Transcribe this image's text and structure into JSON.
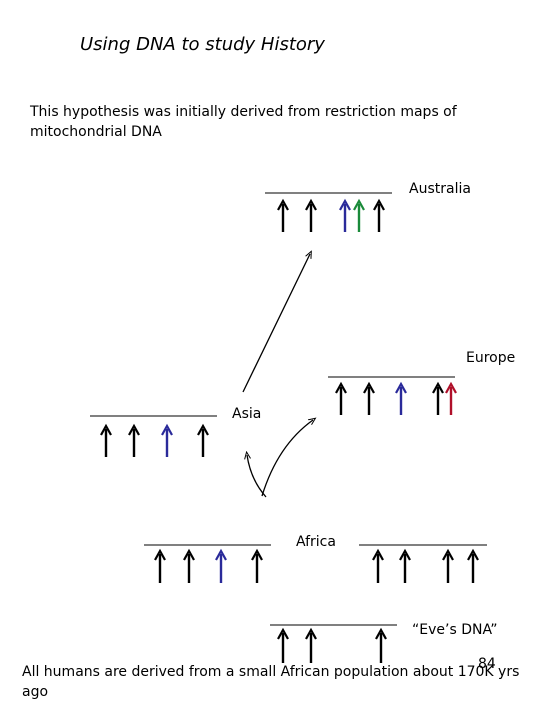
{
  "title": "Using DNA to study History",
  "intro": "This hypothesis was initially derived from restriction maps of mitochondrial DNA",
  "outro": "All humans are derived from a small African population about 170K yrs ago",
  "slide_number": "84",
  "colors": {
    "black": "#000000",
    "blue": "#2a2a9a",
    "green": "#1a8a3a",
    "red": "#b0102a"
  },
  "maps": [
    {
      "id": "australia",
      "label": "Australia",
      "sites": [
        "black",
        "black",
        "blue",
        "green",
        "black"
      ]
    },
    {
      "id": "europe",
      "label": "Europe",
      "sites": [
        "black",
        "black",
        "blue",
        "black",
        "red"
      ]
    },
    {
      "id": "asia",
      "label": "Asia",
      "sites": [
        "black",
        "black",
        "blue",
        "black"
      ]
    },
    {
      "id": "africa",
      "label": "Africa",
      "sites": [
        "black",
        "black",
        "blue",
        "black"
      ]
    },
    {
      "id": "africa-2",
      "label": "",
      "sites": [
        "black",
        "black",
        "black",
        "black"
      ]
    },
    {
      "id": "eve",
      "label": "“Eve’s DNA”",
      "sites": [
        "black",
        "black",
        "black"
      ]
    }
  ]
}
